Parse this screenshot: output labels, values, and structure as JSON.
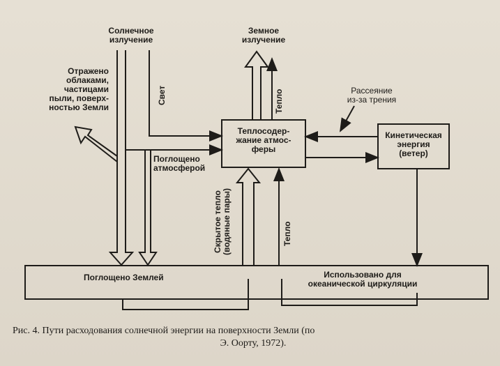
{
  "diagram": {
    "solar_radiation": "Солнечное\nизлучение",
    "earth_radiation": "Земное\nизлучение",
    "reflected": "Отражено\nоблаками,\nчастицами\nпыли, поверх-\nностью Земли",
    "light": "Свет",
    "heat_top": "Тепло",
    "absorbed_atmosphere": "Поглощено\nатмосферой",
    "heat_content": "Теплосодер-\nжание атмос-\nферы",
    "friction": "Рассеяние\nиз-за трения",
    "kinetic": "Кинетическая\nэнергия\n(ветер)",
    "latent_heat": "Скрытое тепло\n(водяные пары)",
    "heat_bottom": "Тепло",
    "absorbed_earth": "Поглощено Землей",
    "ocean": "Использовано для\nокеанической циркуляции"
  },
  "caption": {
    "line1": "Рис. 4. Пути расходования солнечной энергии на поверхности Земли (по",
    "line2": "Э. Оорту, 1972)."
  }
}
